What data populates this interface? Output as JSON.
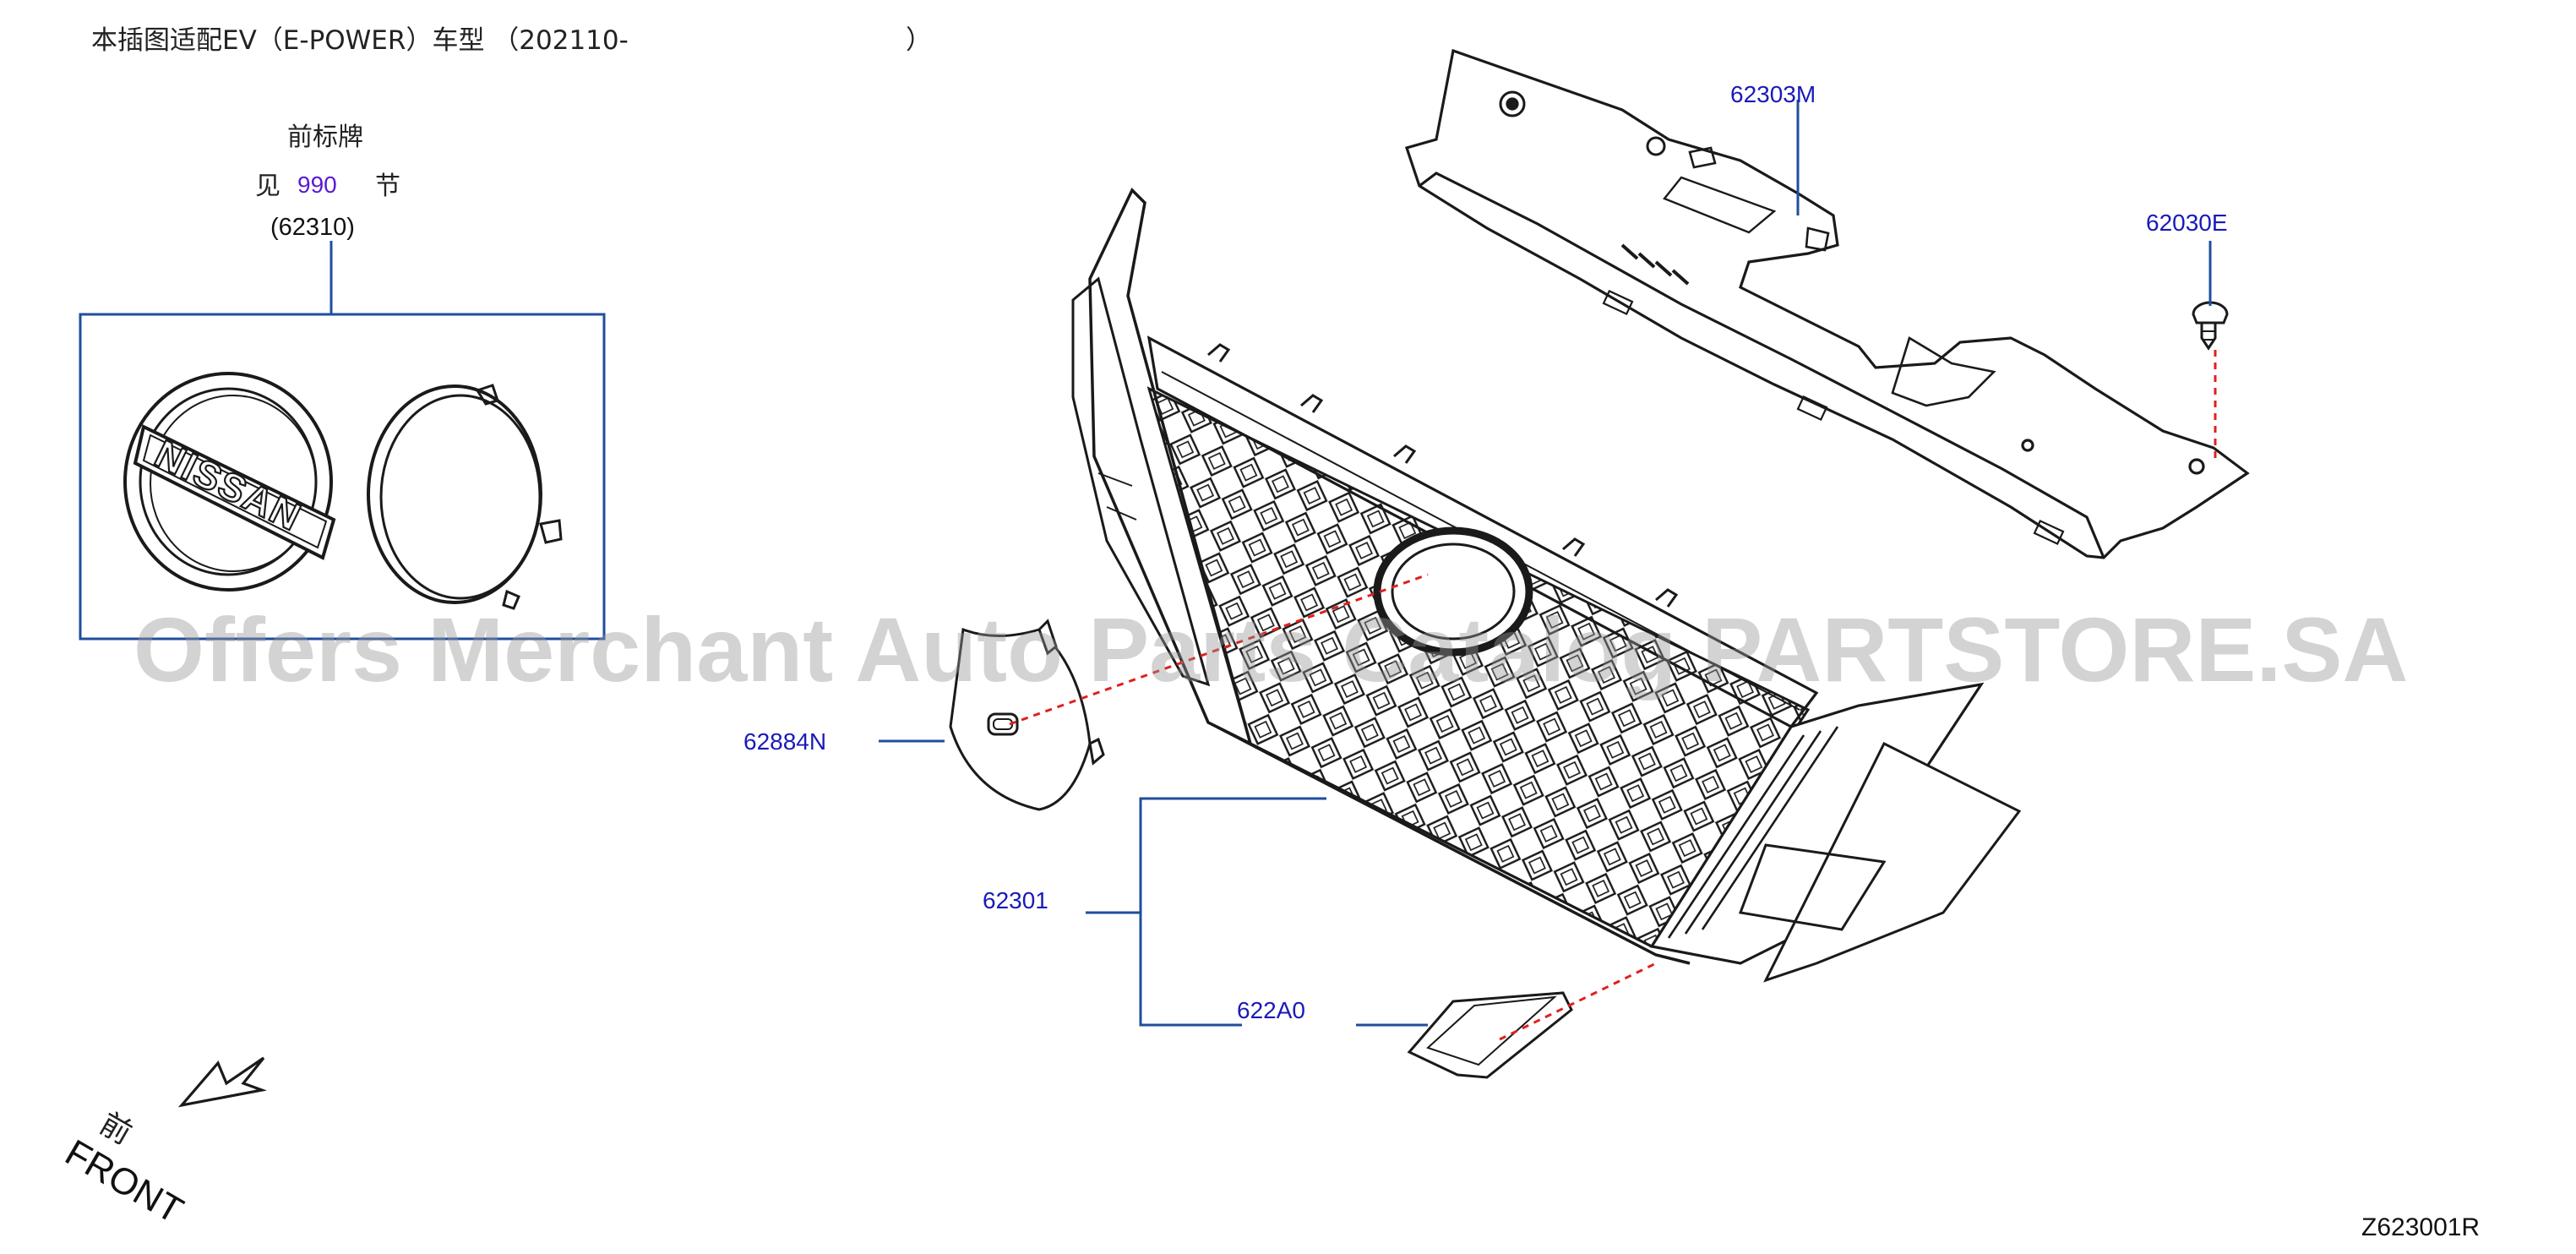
{
  "header": {
    "applicability_text": "本插图适配EV（E-POWER）车型 （202110-",
    "applicability_close": "）"
  },
  "emblem_callout": {
    "title": "前标牌",
    "see_prefix": "见",
    "section_link": "990",
    "see_suffix": "节",
    "part_ref": "(62310)",
    "logo_text": "NISSAN"
  },
  "part_labels": {
    "upper_cover": "62303M",
    "clip": "62030E",
    "emblem_base": "62884N",
    "grille": "62301",
    "garnish": "622A0"
  },
  "orientation": {
    "cn": "前",
    "en": "FRONT"
  },
  "drawing_number": "Z623001R",
  "watermark": "Offers Merchant Auto Parts Catalog PARTSTORE.SA",
  "colors": {
    "leader_line": "#1f4e9c",
    "hidden_line": "#e02020",
    "part_label": "#1a1ab8",
    "section_link": "#5a1ad0"
  }
}
